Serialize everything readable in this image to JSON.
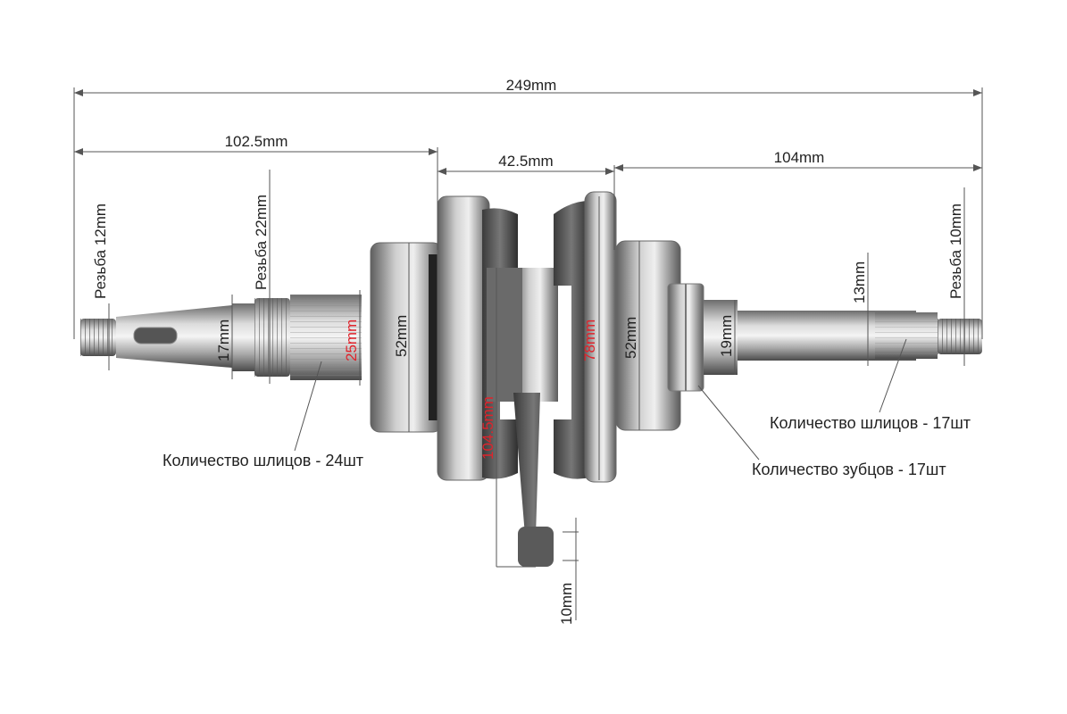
{
  "dimensions": {
    "overall": "249mm",
    "left_shaft": "102.5mm",
    "web_width": "42.5mm",
    "right_shaft": "104mm",
    "left_thread_label": "Резьба 12mm",
    "left_spline_thread_label": "Резьба 22mm",
    "left_shaft_dia": "17mm",
    "left_spline_dia": "25mm",
    "left_bearing_dia": "52mm",
    "web_dia": "78mm",
    "conrod_length": "104.5mm",
    "right_bearing_dia": "52mm",
    "right_shaft_dia": "19mm",
    "right_tip_dia": "13mm",
    "right_thread_label": "Резьба 10mm",
    "small_end_width": "10mm"
  },
  "callouts": {
    "left_splines": "Количество шлицов - 24шт",
    "right_splines": "Количество шлицов - 17шт",
    "gear_teeth": "Количество зубцов - 17шт"
  }
}
